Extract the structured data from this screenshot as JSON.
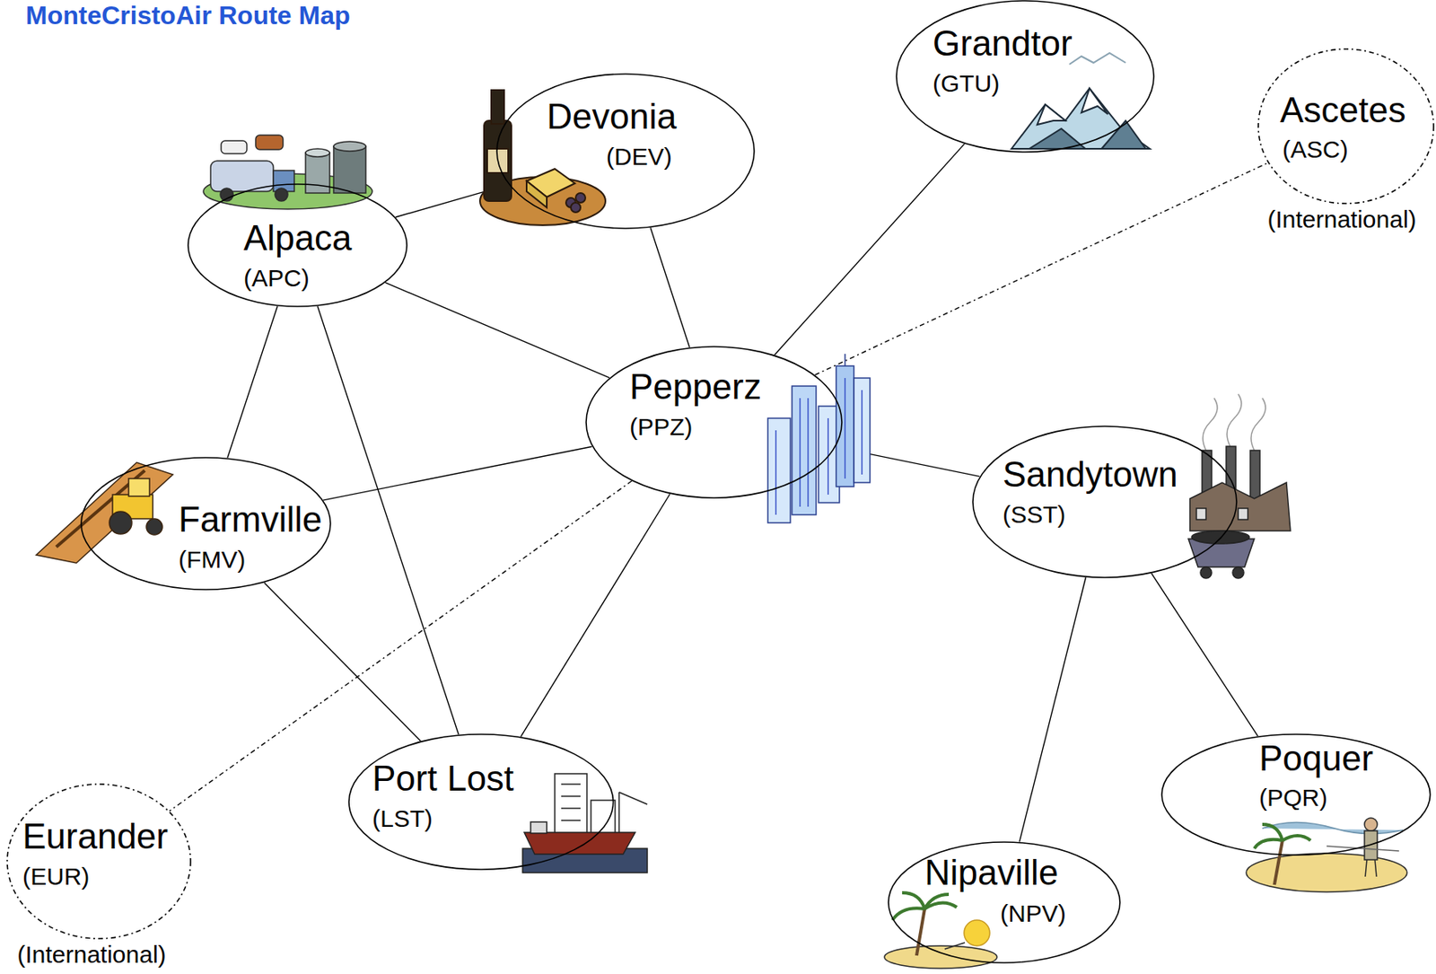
{
  "diagram": {
    "title": "MonteCristoAir Route Map",
    "nodes": [
      {
        "text": [
          "Grandtor",
          "(GTU)"
        ]
      },
      {
        "text": [
          "Ascetes",
          "(ASC)",
          "(International)"
        ]
      },
      {
        "text": [
          "Devonia",
          "(DEV)"
        ]
      },
      {
        "text": [
          "Alpaca",
          "(APC)"
        ]
      },
      {
        "text": [
          "Pepperz",
          "(PPZ)"
        ]
      },
      {
        "text": [
          "Sandytown",
          "(SST)"
        ]
      },
      {
        "text": [
          "Farmville",
          "(FMV)"
        ]
      },
      {
        "text": [
          "Port Lost",
          "(LST)"
        ]
      },
      {
        "text": [
          "Poquer",
          "(PQR)"
        ]
      },
      {
        "text": [
          "Eurander",
          "(EUR)",
          "(International)"
        ]
      },
      {
        "text": [
          "Nipaville",
          "(NPV)"
        ]
      }
    ],
    "edges": [
      {
        "from": 3,
        "to": 2,
        "arrow": "none"
      },
      {
        "from": 2,
        "to": 4,
        "arrow": "none"
      },
      {
        "from": 0,
        "to": 4,
        "arrow": "none"
      },
      {
        "from": 4,
        "to": 1,
        "arrow": "none"
      },
      {
        "from": 3,
        "to": 6,
        "arrow": "none"
      },
      {
        "from": 3,
        "to": 4,
        "arrow": "none"
      },
      {
        "from": 3,
        "to": 7,
        "arrow": "none"
      },
      {
        "from": 6,
        "to": 4,
        "arrow": "none"
      },
      {
        "from": 6,
        "to": 7,
        "arrow": "none"
      },
      {
        "from": 4,
        "to": 7,
        "arrow": "none"
      },
      {
        "from": 4,
        "to": 9,
        "arrow": "none"
      },
      {
        "from": 4,
        "to": 5,
        "arrow": "none"
      },
      {
        "from": 5,
        "to": 10,
        "arrow": "none"
      },
      {
        "from": 5,
        "to": 8,
        "arrow": "none"
      }
    ]
  }
}
